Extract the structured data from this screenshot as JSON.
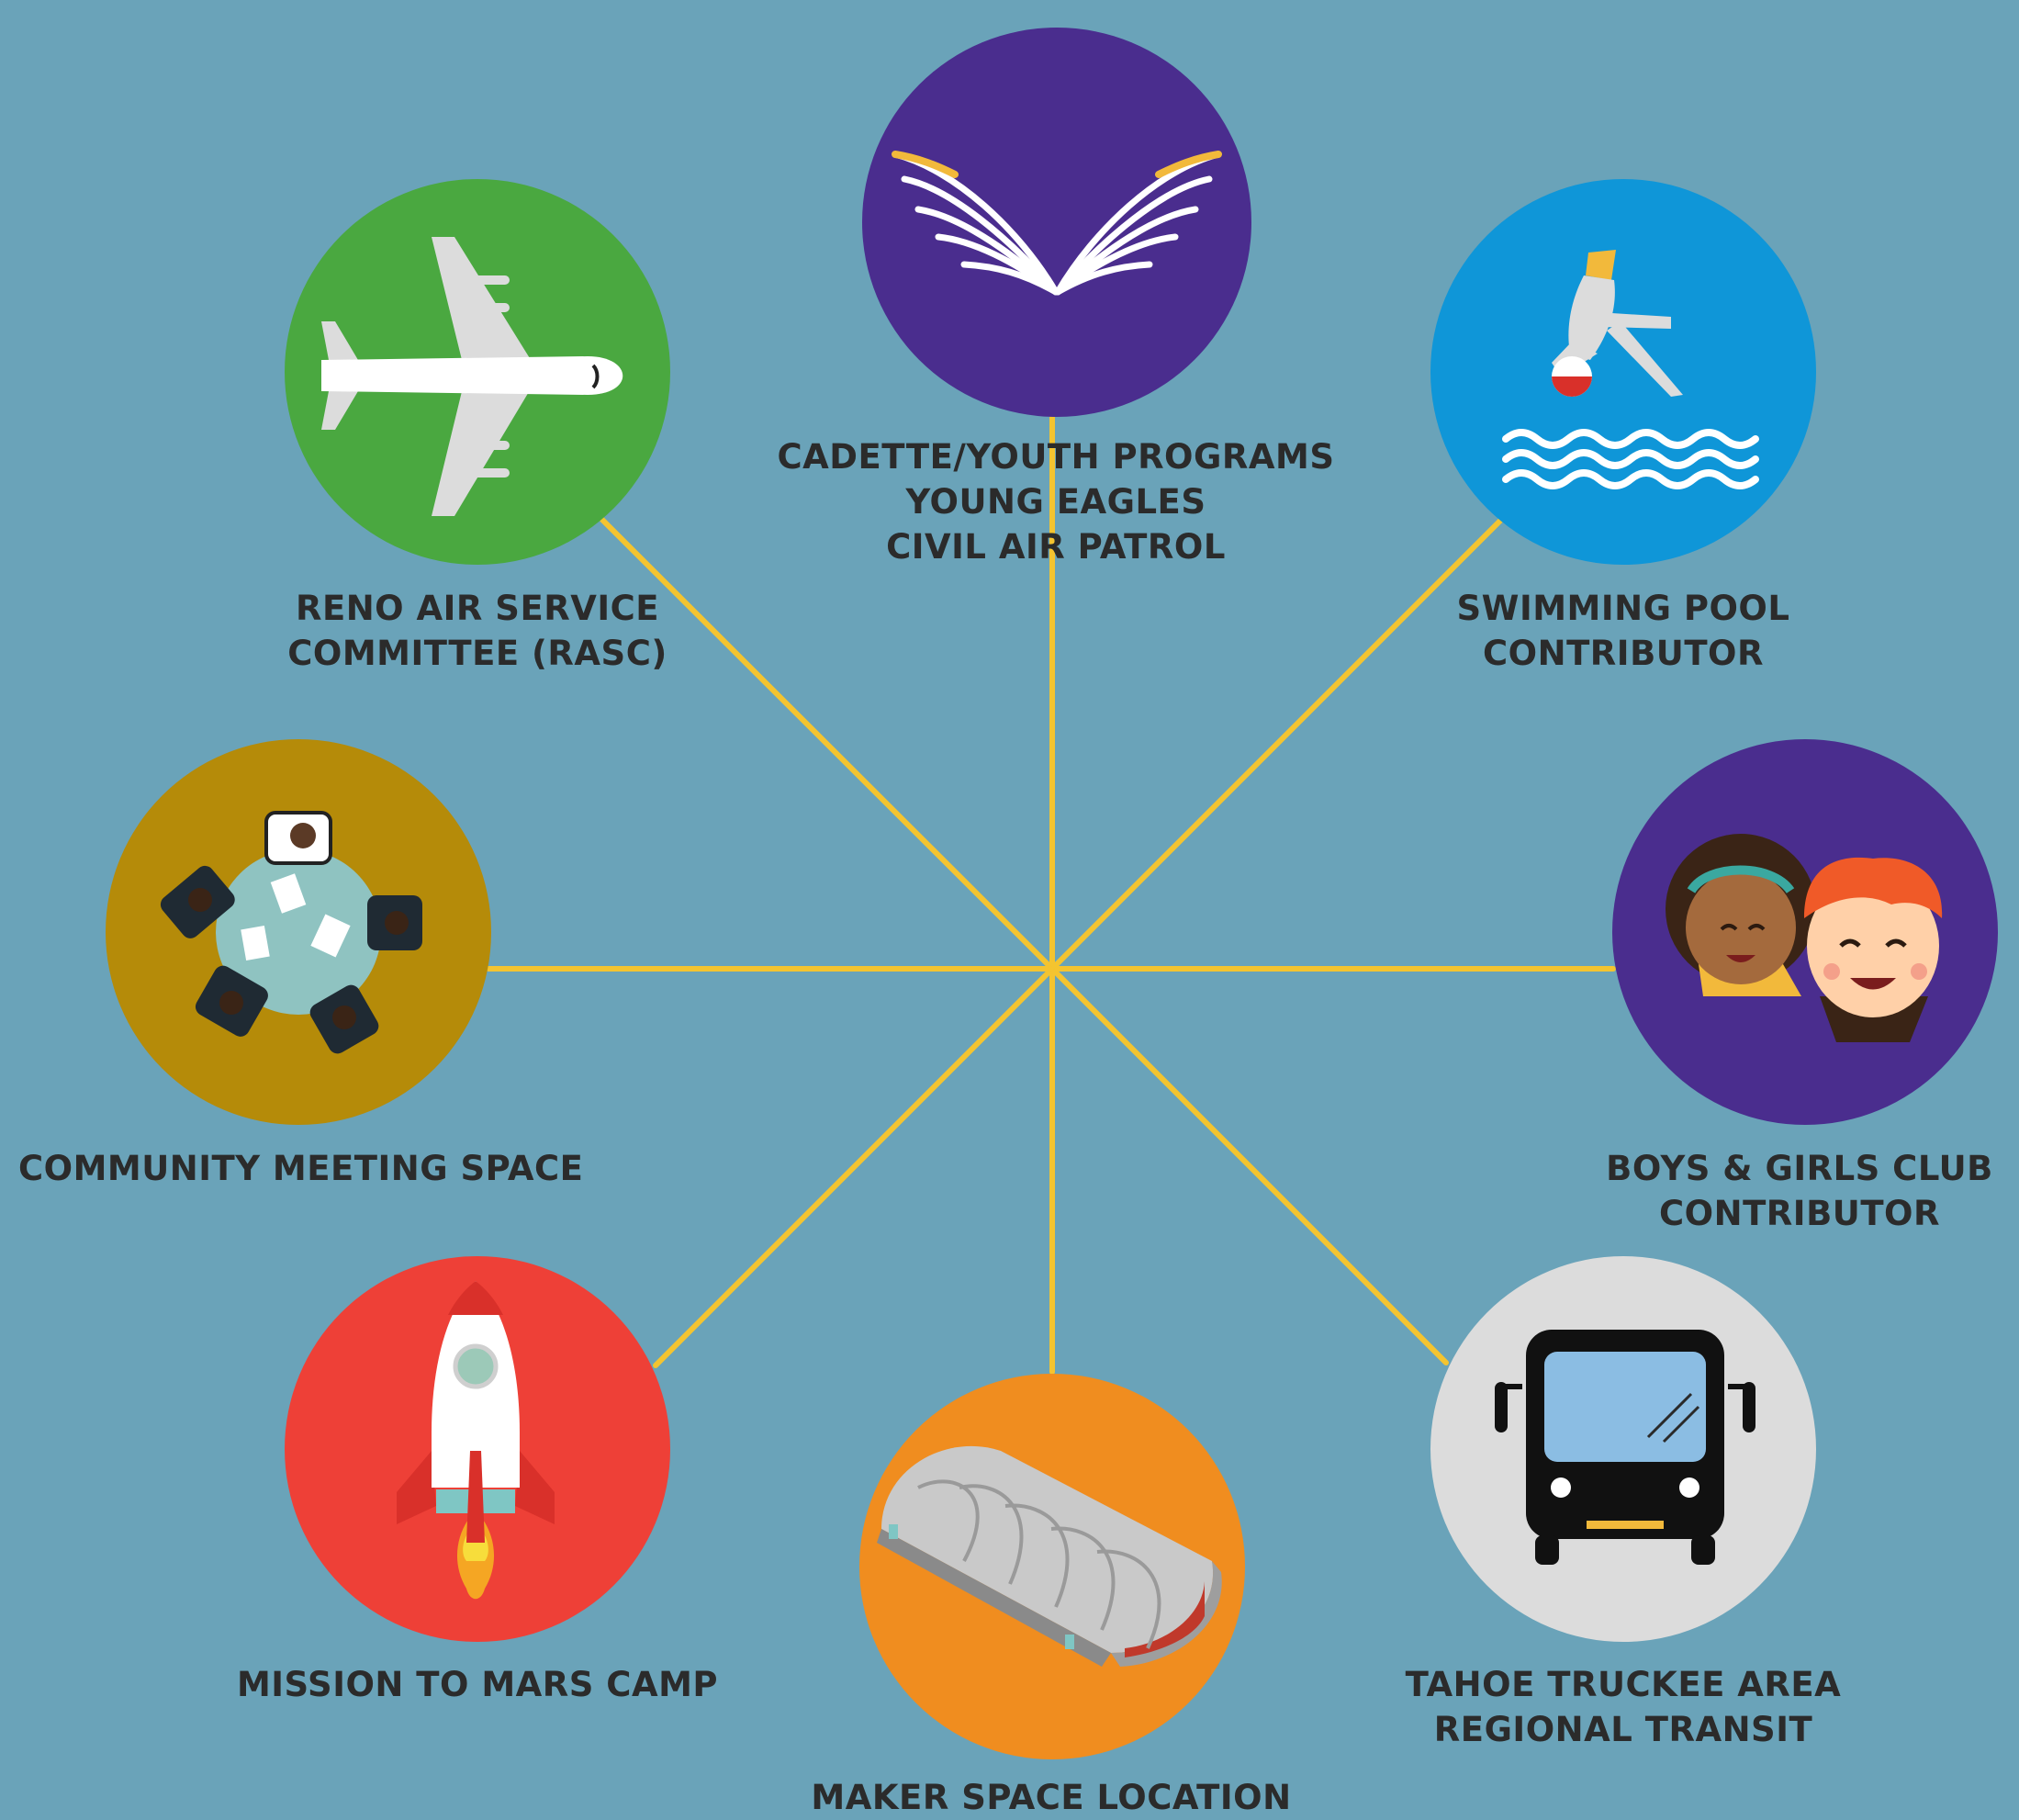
{
  "colors": {
    "background": "#6aa3b9",
    "spoke": "#f4c430",
    "purple": "#4a2d8e",
    "green": "#4aa840",
    "blue": "#0f96d8",
    "mustard": "#b58b09",
    "red": "#ee4037",
    "orange": "#f08d1f",
    "gray": "#dcdcdc",
    "label_text": "#2b2b2b"
  },
  "nodes": {
    "cadette": {
      "icon": "wings-icon",
      "lines": [
        "CADETTE/YOUTH PROGRAMS",
        "YOUNG EAGLES",
        "CIVIL AIR PATROL"
      ]
    },
    "rasc": {
      "icon": "airplane-icon",
      "lines": [
        "RENO AIR SERVICE",
        "COMMITTEE (RASC)"
      ]
    },
    "pool": {
      "icon": "diver-icon",
      "lines": [
        "SWIMMING POOL",
        "CONTRIBUTOR"
      ]
    },
    "meeting": {
      "icon": "meeting-table-icon",
      "lines": [
        "COMMUNITY MEETING SPACE"
      ]
    },
    "club": {
      "icon": "kids-icon",
      "lines": [
        "BOYS & GIRLS CLUB",
        "CONTRIBUTOR"
      ]
    },
    "mars": {
      "icon": "rocket-icon",
      "lines": [
        "MISSION TO MARS CAMP"
      ]
    },
    "maker": {
      "icon": "hangar-icon",
      "lines": [
        "MAKER SPACE LOCATION"
      ]
    },
    "transit": {
      "icon": "bus-icon",
      "lines": [
        "TAHOE TRUCKEE AREA",
        "REGIONAL TRANSIT"
      ]
    }
  }
}
